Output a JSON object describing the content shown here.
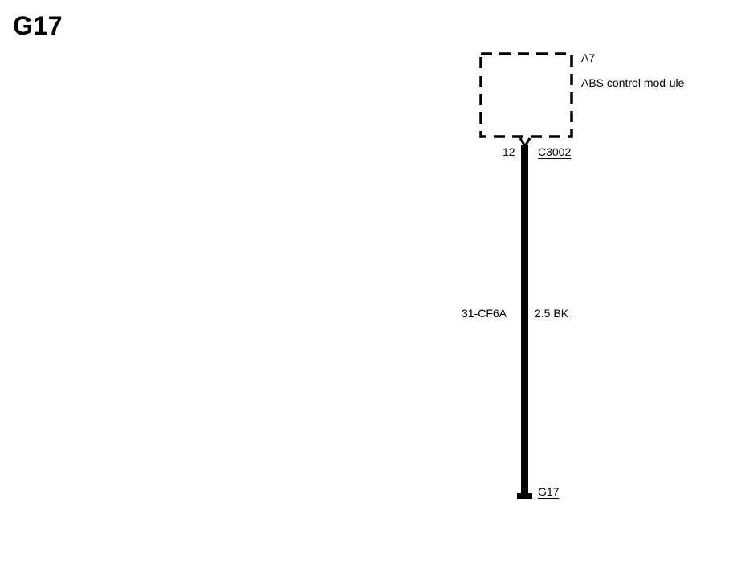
{
  "page": {
    "title": "G17"
  },
  "component": {
    "id": "A7",
    "name": "ABS control mod-­ule"
  },
  "connector": {
    "pin": "12",
    "id": "C3002"
  },
  "wire": {
    "circuit": "31-CF6A",
    "spec": "2.5 BK"
  },
  "ground": {
    "id": "G17"
  }
}
